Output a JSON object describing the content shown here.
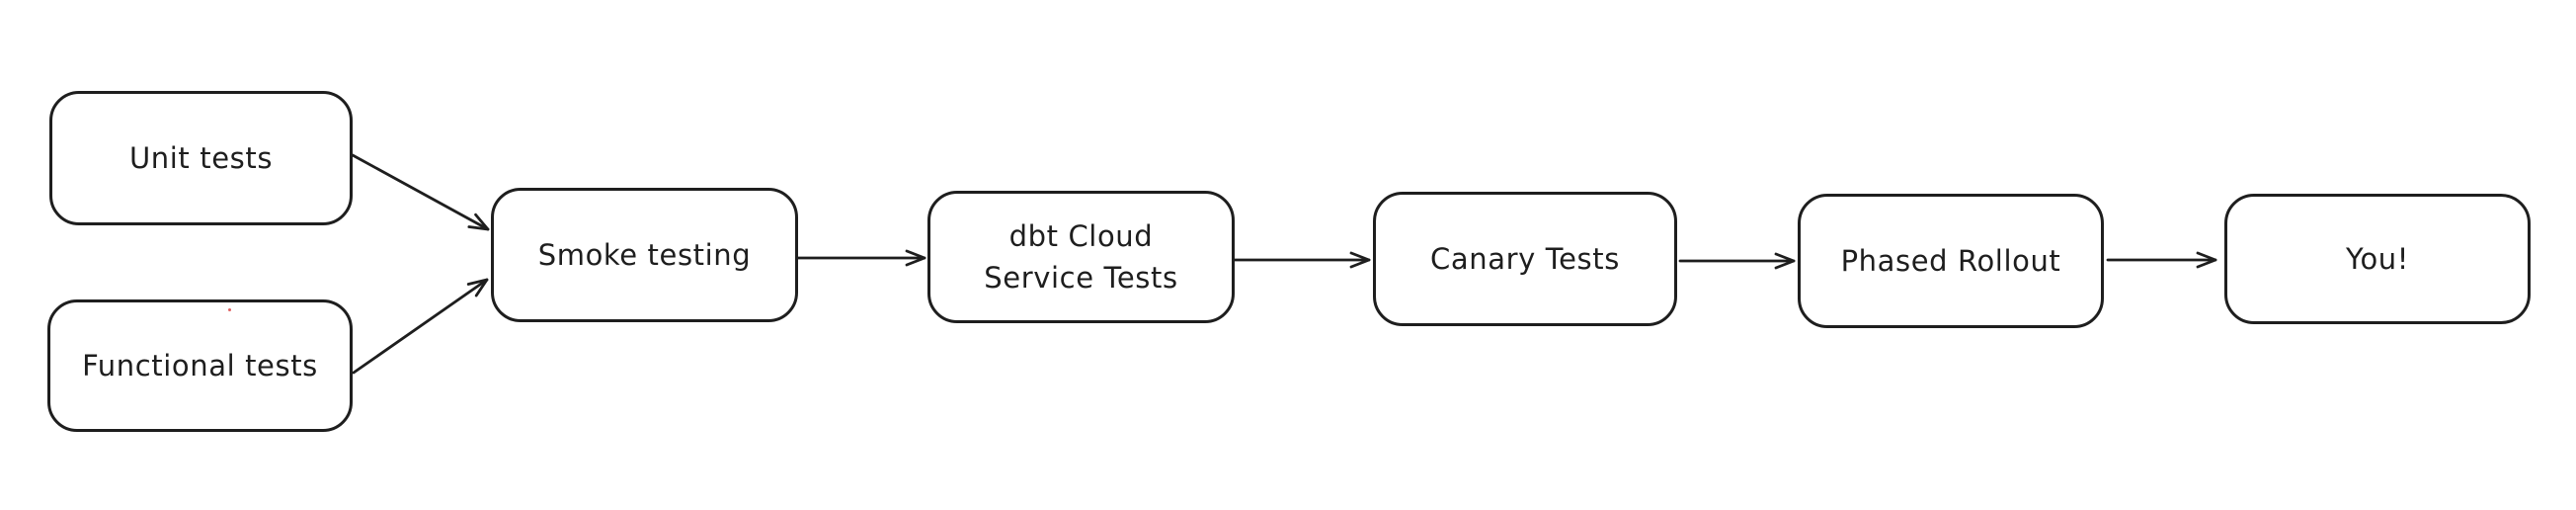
{
  "canvas": {
    "background": "#ffffff"
  },
  "diagram": {
    "type": "flowchart",
    "direction": "left-to-right",
    "stroke_color": "#1e1e1e",
    "node_fill": "#ffffff",
    "nodes": [
      {
        "id": "unit-tests",
        "label": "Unit tests"
      },
      {
        "id": "functional-tests",
        "label": "Functional tests"
      },
      {
        "id": "smoke-testing",
        "label": "Smoke testing"
      },
      {
        "id": "dbt-cloud-service-tests",
        "label": "dbt Cloud\nService Tests"
      },
      {
        "id": "canary-tests",
        "label": "Canary Tests"
      },
      {
        "id": "phased-rollout",
        "label": "Phased Rollout"
      },
      {
        "id": "you",
        "label": "You!"
      }
    ],
    "edges": [
      {
        "from": "unit-tests",
        "to": "smoke-testing"
      },
      {
        "from": "functional-tests",
        "to": "smoke-testing"
      },
      {
        "from": "smoke-testing",
        "to": "dbt-cloud-service-tests"
      },
      {
        "from": "dbt-cloud-service-tests",
        "to": "canary-tests"
      },
      {
        "from": "canary-tests",
        "to": "phased-rollout"
      },
      {
        "from": "phased-rollout",
        "to": "you"
      }
    ],
    "artifact": {
      "description": "tiny red dot inside functional-tests node",
      "color": "#e06060"
    }
  }
}
